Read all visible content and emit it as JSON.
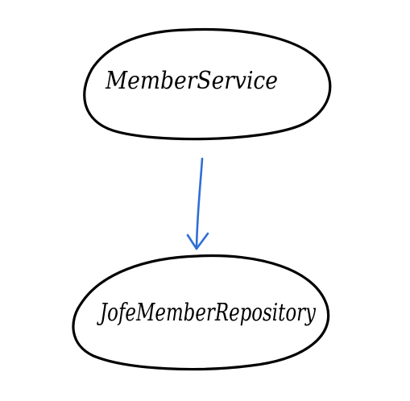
{
  "diagram": {
    "nodes": [
      {
        "id": "member-service",
        "label": "MemberService"
      },
      {
        "id": "jdbc-member-repository",
        "label": "JofeMemberRepository"
      }
    ],
    "edges": [
      {
        "from": "member-service",
        "to": "jdbc-member-repository"
      }
    ],
    "colors": {
      "node_stroke": "#000000",
      "edge_stroke": "#2f6fd6",
      "background": "#ffffff"
    }
  }
}
